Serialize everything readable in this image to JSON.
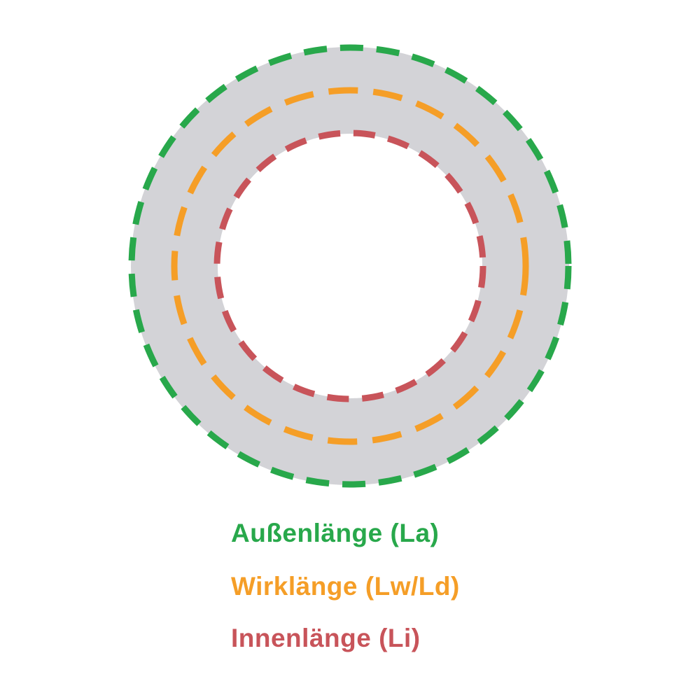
{
  "page": {
    "background": "#ffffff"
  },
  "diagram": {
    "belt": {
      "name": "belt-body",
      "color": "#d3d3d7"
    },
    "outer": {
      "label": "Außenlänge (La)",
      "color": "#28a84b"
    },
    "middle": {
      "label": "Wirklänge (Lw/Ld)",
      "color": "#f59e27"
    },
    "inner": {
      "label": "Innenlänge (Li)",
      "color": "#c8545a"
    }
  }
}
